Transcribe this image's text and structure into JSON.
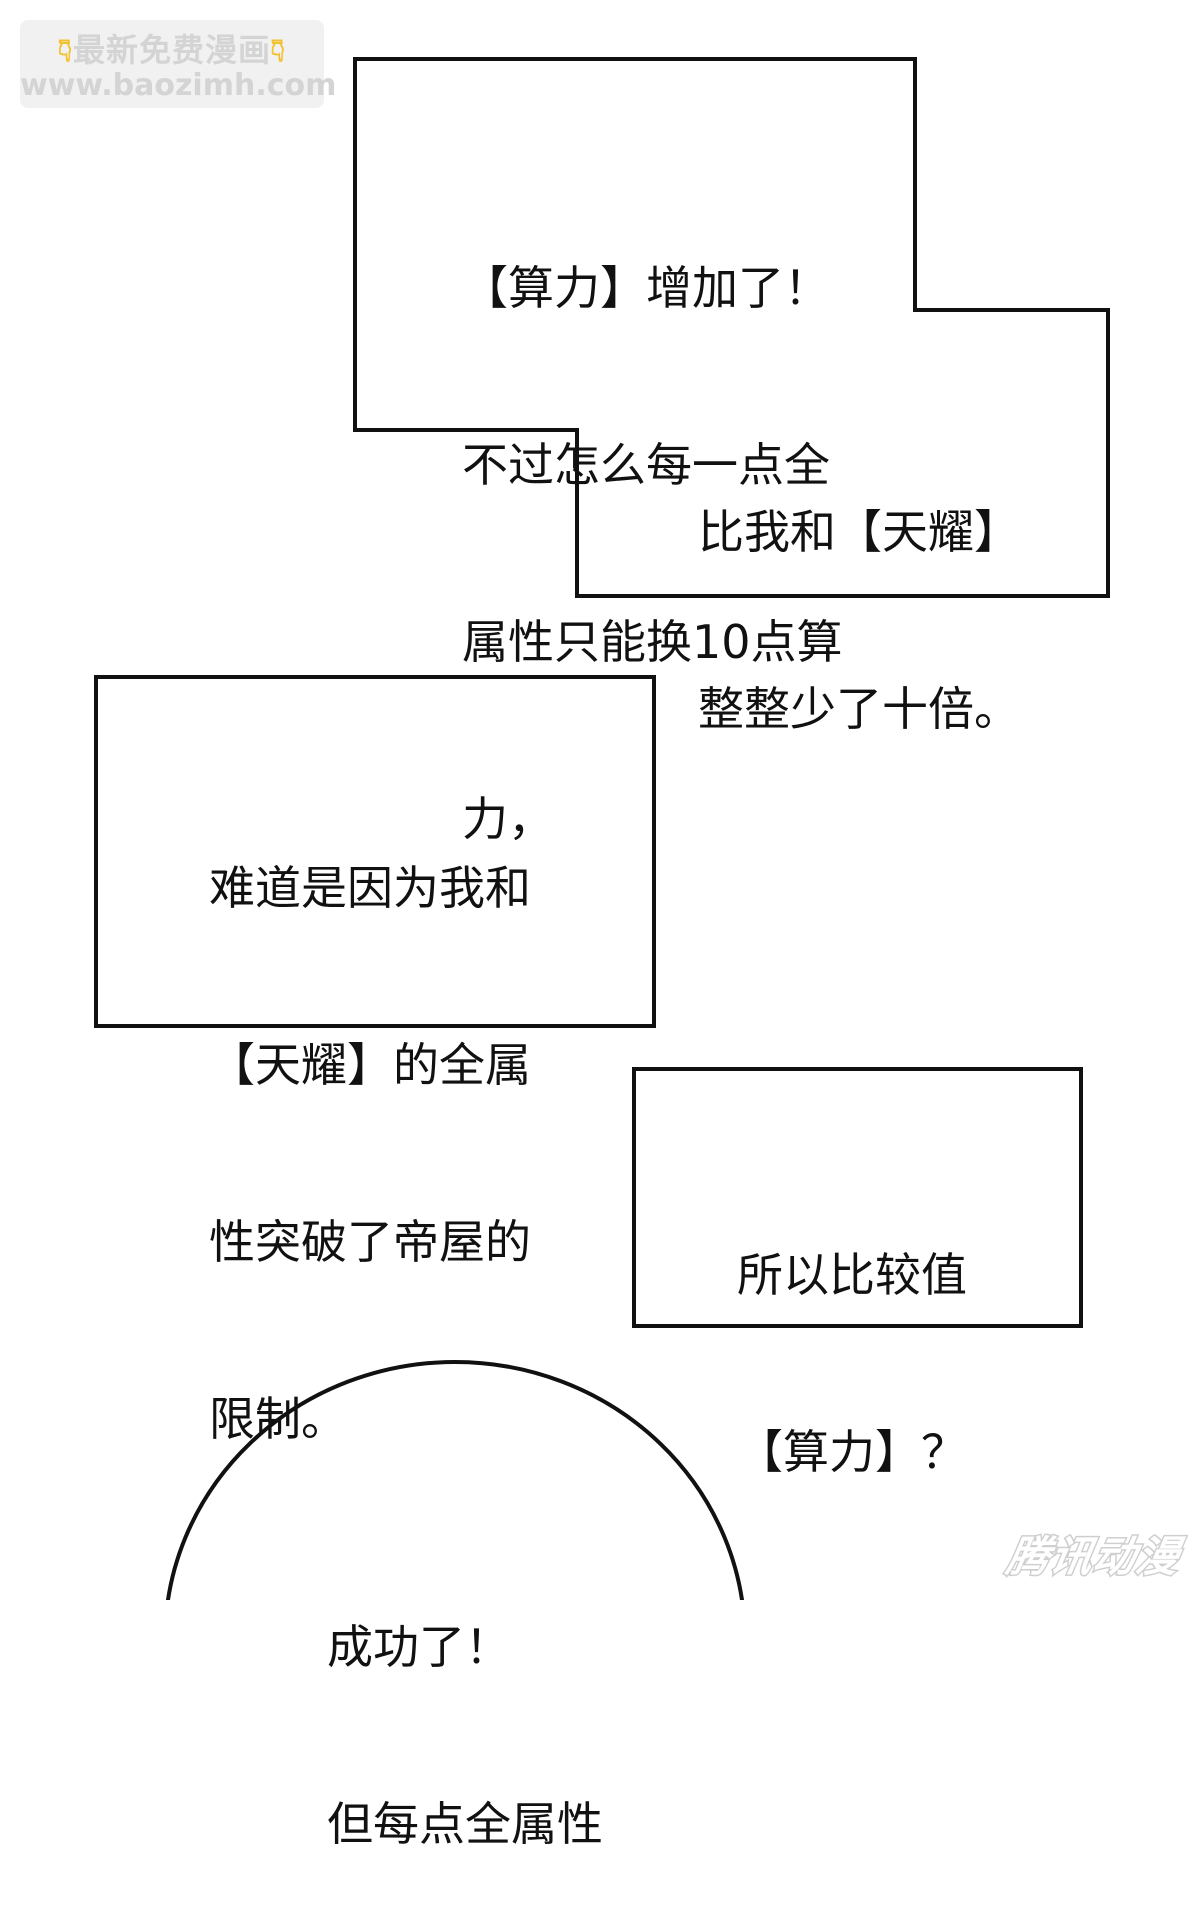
{
  "watermark": {
    "line1": "最新免费漫画",
    "line2": "www.baozimh.com",
    "icon_left": "pointing-hand-icon",
    "icon_right": "pointing-hand-icon"
  },
  "captions": [
    {
      "lines": [
        "【算力】增加了！",
        "不过怎么每一点全",
        "属性只能换10点算",
        "力，"
      ]
    },
    {
      "lines": [
        "比我和【天耀】",
        "整整少了十倍。"
      ]
    },
    {
      "lines": [
        "难道是因为我和",
        "【天耀】的全属",
        "性突破了帝屋的",
        "限制。"
      ]
    },
    {
      "lines": [
        "所以比较值",
        "【算力】？"
      ]
    },
    {
      "lines": [
        "成功了！",
        "但每点全属性"
      ]
    }
  ],
  "publisher_logo": "腾讯动漫",
  "colors": {
    "border": "#111111",
    "background": "#ffffff",
    "watermark_text": "#d4d4d4",
    "hand_icon": "#f2c12e"
  }
}
